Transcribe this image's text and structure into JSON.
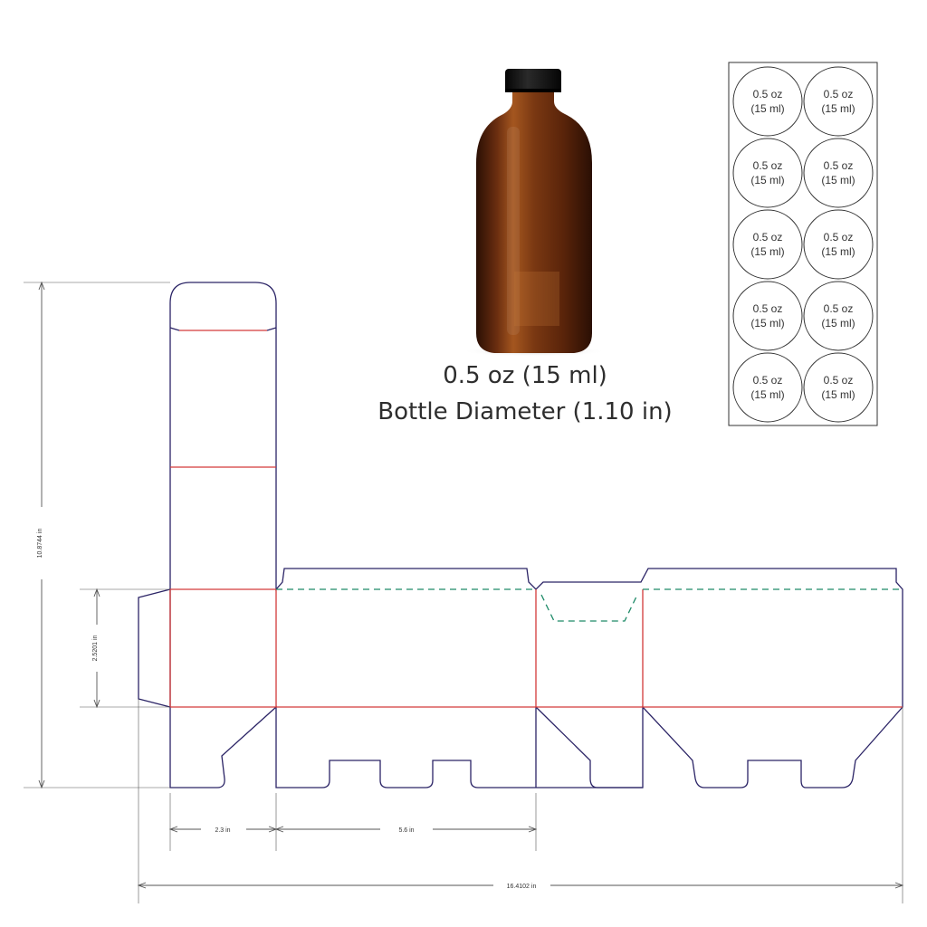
{
  "bottle": {
    "caption_line1": "0.5 oz (15 ml)",
    "caption_line2": "Bottle Diameter (1.10 in)",
    "glass_color": "#6b2e10",
    "cap_color": "#161616"
  },
  "label_sheet": {
    "rows": 5,
    "columns": 2,
    "labels": [
      {
        "line1": "0.5 oz",
        "line2": "(15 ml)"
      },
      {
        "line1": "0.5 oz",
        "line2": "(15 ml)"
      },
      {
        "line1": "0.5 oz",
        "line2": "(15 ml)"
      },
      {
        "line1": "0.5 oz",
        "line2": "(15 ml)"
      },
      {
        "line1": "0.5 oz",
        "line2": "(15 ml)"
      },
      {
        "line1": "0.5 oz",
        "line2": "(15 ml)"
      },
      {
        "line1": "0.5 oz",
        "line2": "(15 ml)"
      },
      {
        "line1": "0.5 oz",
        "line2": "(15 ml)"
      },
      {
        "line1": "0.5 oz",
        "line2": "(15 ml)"
      },
      {
        "line1": "0.5 oz",
        "line2": "(15 ml)"
      }
    ]
  },
  "dieline": {
    "cut_color": "#2b2466",
    "fold_color": "#d33a3a",
    "perforation_color": "#1e8a68",
    "dimension_color": "#555555",
    "dimensions": {
      "total_height": "10.8744 in",
      "panel_height": "2.5201 in",
      "side_panel_width": "2.3 in",
      "front_panel_width": "5.6 in",
      "total_width": "16.4102 in"
    }
  }
}
